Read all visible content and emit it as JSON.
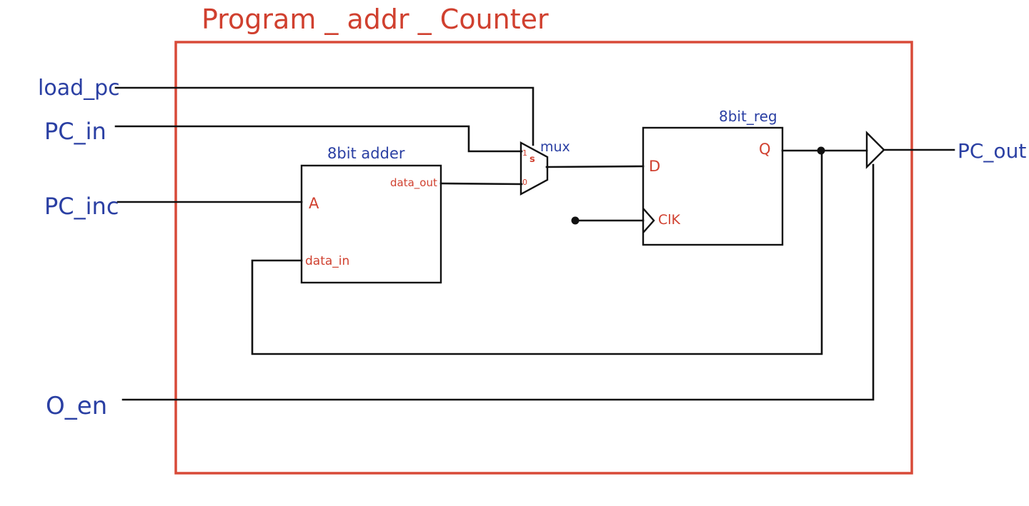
{
  "title": "Program _ addr _ Counter",
  "inputs": {
    "load_pc": "load_pc",
    "pc_in": "PC_in",
    "pc_inc": "PC_inc",
    "o_en": "O_en"
  },
  "output": "PC_out",
  "adder": {
    "name": "8bit adder",
    "port_a": "A",
    "port_data_in": "data_in",
    "port_data_out": "data_out"
  },
  "mux": {
    "name": "mux",
    "port_s": "s",
    "port_1": "1",
    "port_0": "0"
  },
  "register": {
    "name": "8bit_reg",
    "port_d": "D",
    "port_q": "Q",
    "port_clk": "ClK"
  },
  "colors": {
    "frame": "#d84a38",
    "signal_labels": "#2a3fa3",
    "port_labels": "#d0402f",
    "wires": "#111111"
  }
}
